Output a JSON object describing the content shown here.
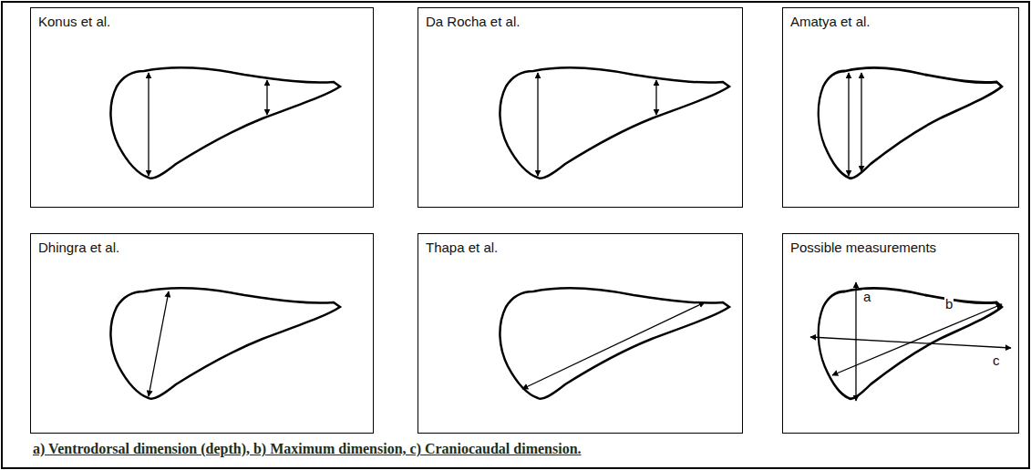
{
  "diagram": {
    "caption": "a) Ventrodorsal dimension (depth), b) Maximum dimension, c) Craniocaudal dimension.",
    "nodes": [
      {
        "text": [
          "Konus et al."
        ]
      },
      {
        "text": [
          "Da Rocha et al."
        ]
      },
      {
        "text": [
          "Amatya et al."
        ]
      },
      {
        "text": [
          "Dhingra et al."
        ]
      },
      {
        "text": [
          "Thapa et al."
        ]
      },
      {
        "text": [
          "Possible measurements"
        ]
      }
    ],
    "labels": [
      "a",
      "b",
      "c"
    ]
  }
}
